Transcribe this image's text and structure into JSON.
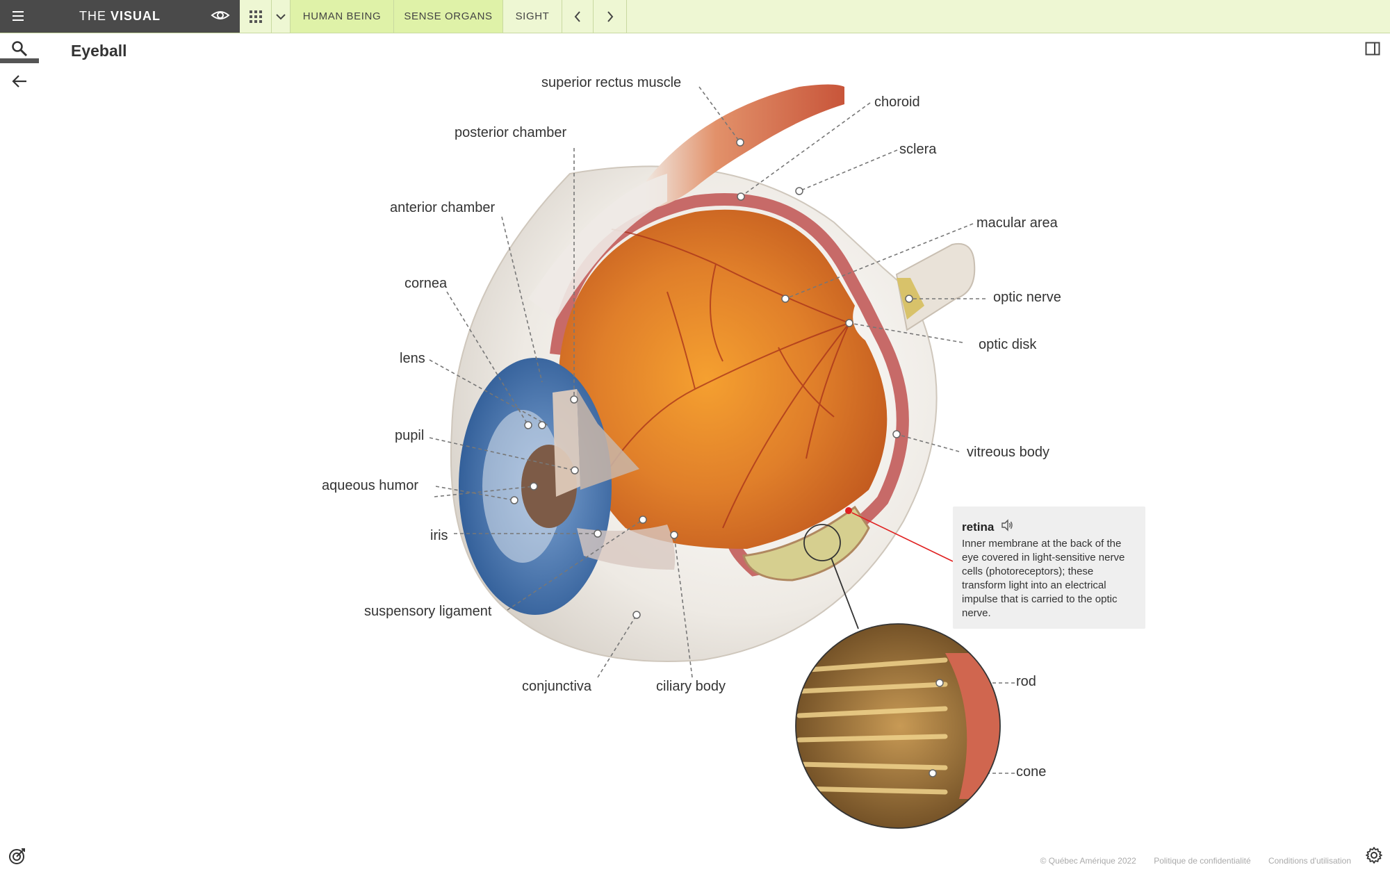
{
  "header": {
    "brand_prefix": "THE ",
    "brand_bold": "VISUAL",
    "tabs": [
      "HUMAN BEING",
      "SENSE ORGANS",
      "SIGHT"
    ]
  },
  "page": {
    "title": "Eyeball"
  },
  "labels": {
    "superior_rectus_muscle": "superior rectus muscle",
    "choroid": "choroid",
    "posterior_chamber": "posterior chamber",
    "sclera": "sclera",
    "anterior_chamber": "anterior chamber",
    "macular_area": "macular area",
    "cornea": "cornea",
    "optic_nerve": "optic nerve",
    "optic_disk": "optic disk",
    "lens": "lens",
    "pupil": "pupil",
    "vitreous_body": "vitreous body",
    "aqueous_humor": "aqueous humor",
    "iris": "iris",
    "suspensory_ligament": "suspensory ligament",
    "conjunctiva": "conjunctiva",
    "ciliary_body": "ciliary body",
    "rod": "rod",
    "cone": "cone"
  },
  "info_card": {
    "term": "retina",
    "definition": "Inner membrane at the back of the eye covered in light-sensitive nerve cells (photoreceptors); these transform light into an electrical impulse that is carried to the optic nerve."
  },
  "footer": {
    "copyright": "© Québec Amérique 2022",
    "privacy": "Politique de confidentialité",
    "terms": "Conditions d'utilisation"
  },
  "icons": [
    "menu-icon",
    "eye-icon",
    "grid-icon",
    "chevron-down-icon",
    "chevron-left-icon",
    "chevron-right-icon",
    "search-icon",
    "arrow-left-icon",
    "panel-toggle-icon",
    "speaker-icon",
    "target-icon",
    "gear-icon"
  ],
  "colors": {
    "topbar": "#eef7d3",
    "active_tab": "#dff2a8",
    "brand_bg": "#4a4a4a",
    "highlight": "#e02020"
  }
}
